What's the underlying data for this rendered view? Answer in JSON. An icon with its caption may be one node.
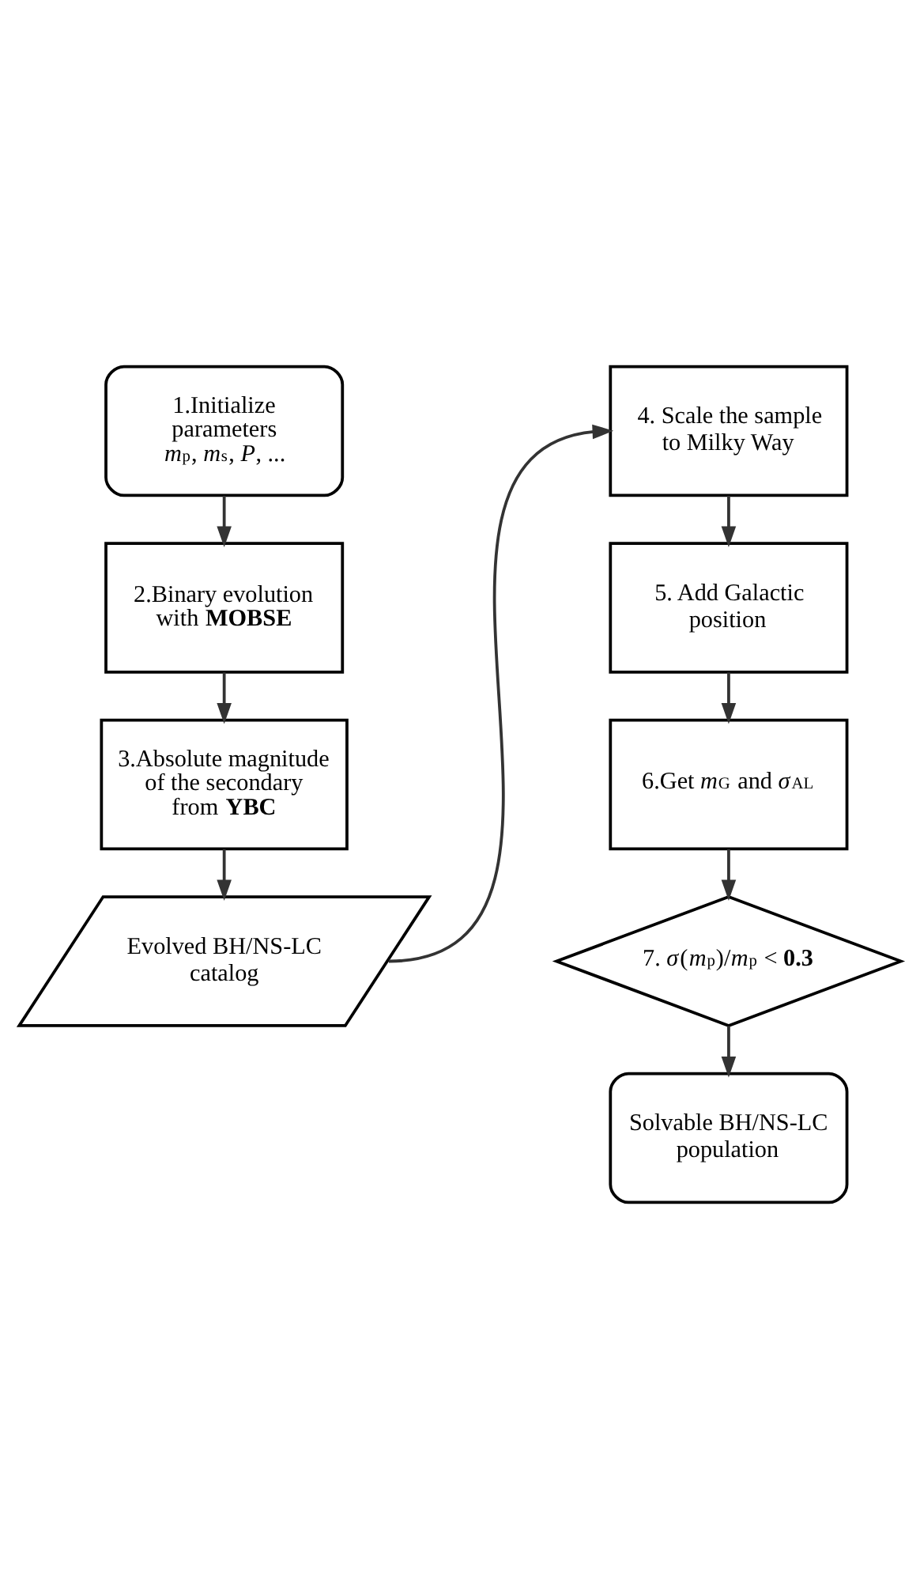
{
  "diagram": {
    "nodes": [
      {
        "text": [
          "1.Initialize parameters",
          "*m*$_{p}$, *m*$_{s}$, *P*, ..."
        ]
      },
      {
        "text": [
          "2.Binary evolution with **MOBSE**"
        ]
      },
      {
        "text": [
          "3.Absolute magnitude of the secondary from **YBC**"
        ]
      },
      {
        "text": [
          "Evolved BH/NS-LC catalog"
        ]
      },
      {
        "text": [
          "4. Scale the sample to Milky Way"
        ]
      },
      {
        "text": [
          "5. Add Galactic position"
        ]
      },
      {
        "text": [
          "6.Get *m*$_{G}$ and *σ*$_{AL}$"
        ]
      },
      {
        "text": [
          "7. *σ*(*m*$_{p}$)/*m*$_{p}$ < **0.3**"
        ]
      },
      {
        "text": [
          "Solvable BH/NS-LC population"
        ]
      }
    ],
    "edges": [
      {
        "from": 0,
        "to": 1,
        "arrow": "to"
      },
      {
        "from": 1,
        "to": 2,
        "arrow": "to"
      },
      {
        "from": 2,
        "to": 3,
        "arrow": "to"
      },
      {
        "from": 3,
        "to": 4,
        "arrow": "to"
      },
      {
        "from": 4,
        "to": 5,
        "arrow": "to"
      },
      {
        "from": 5,
        "to": 6,
        "arrow": "to"
      },
      {
        "from": 6,
        "to": 7,
        "arrow": "to"
      },
      {
        "from": 7,
        "to": 8,
        "arrow": "to"
      }
    ]
  }
}
